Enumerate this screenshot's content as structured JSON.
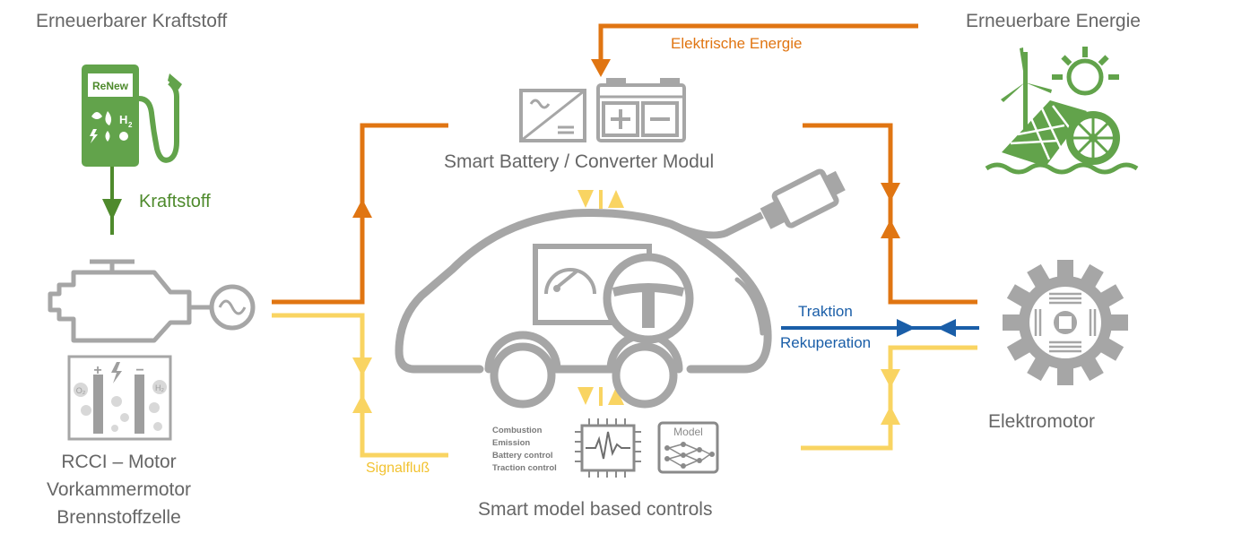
{
  "labels": {
    "renewable_fuel": "Erneuerbarer Kraftstoff",
    "renewable_energy": "Erneuerbare Energie",
    "fuel_flow": "Kraftstoff",
    "electric_energy": "Elektrische Energie",
    "battery_module": "Smart Battery / Converter Modul",
    "traction": "Traktion",
    "recuperation": "Rekuperation",
    "electric_motor": "Elektromotor",
    "engines": [
      "RCCI – Motor",
      "Vorkammermotor",
      "Brennstoffzelle"
    ],
    "signal_flow": "Signalfluß",
    "smart_controls": "Smart model based controls",
    "control_items": [
      "Combustion",
      "Emission",
      "Battery control",
      "Traction control"
    ],
    "model": "Model"
  },
  "pump": {
    "brand": "ReNew",
    "h2": "H",
    "h2_sub": "2"
  },
  "fuel_cell": {
    "o2": "O₂",
    "h2": "H₂"
  },
  "colors": {
    "electric": "#e07512",
    "signal": "#f9d462",
    "traction": "#1a5ea8",
    "fuel": "#4e8a2c",
    "renewable": "#62a34b",
    "icon_gray": "#a6a6a6"
  }
}
